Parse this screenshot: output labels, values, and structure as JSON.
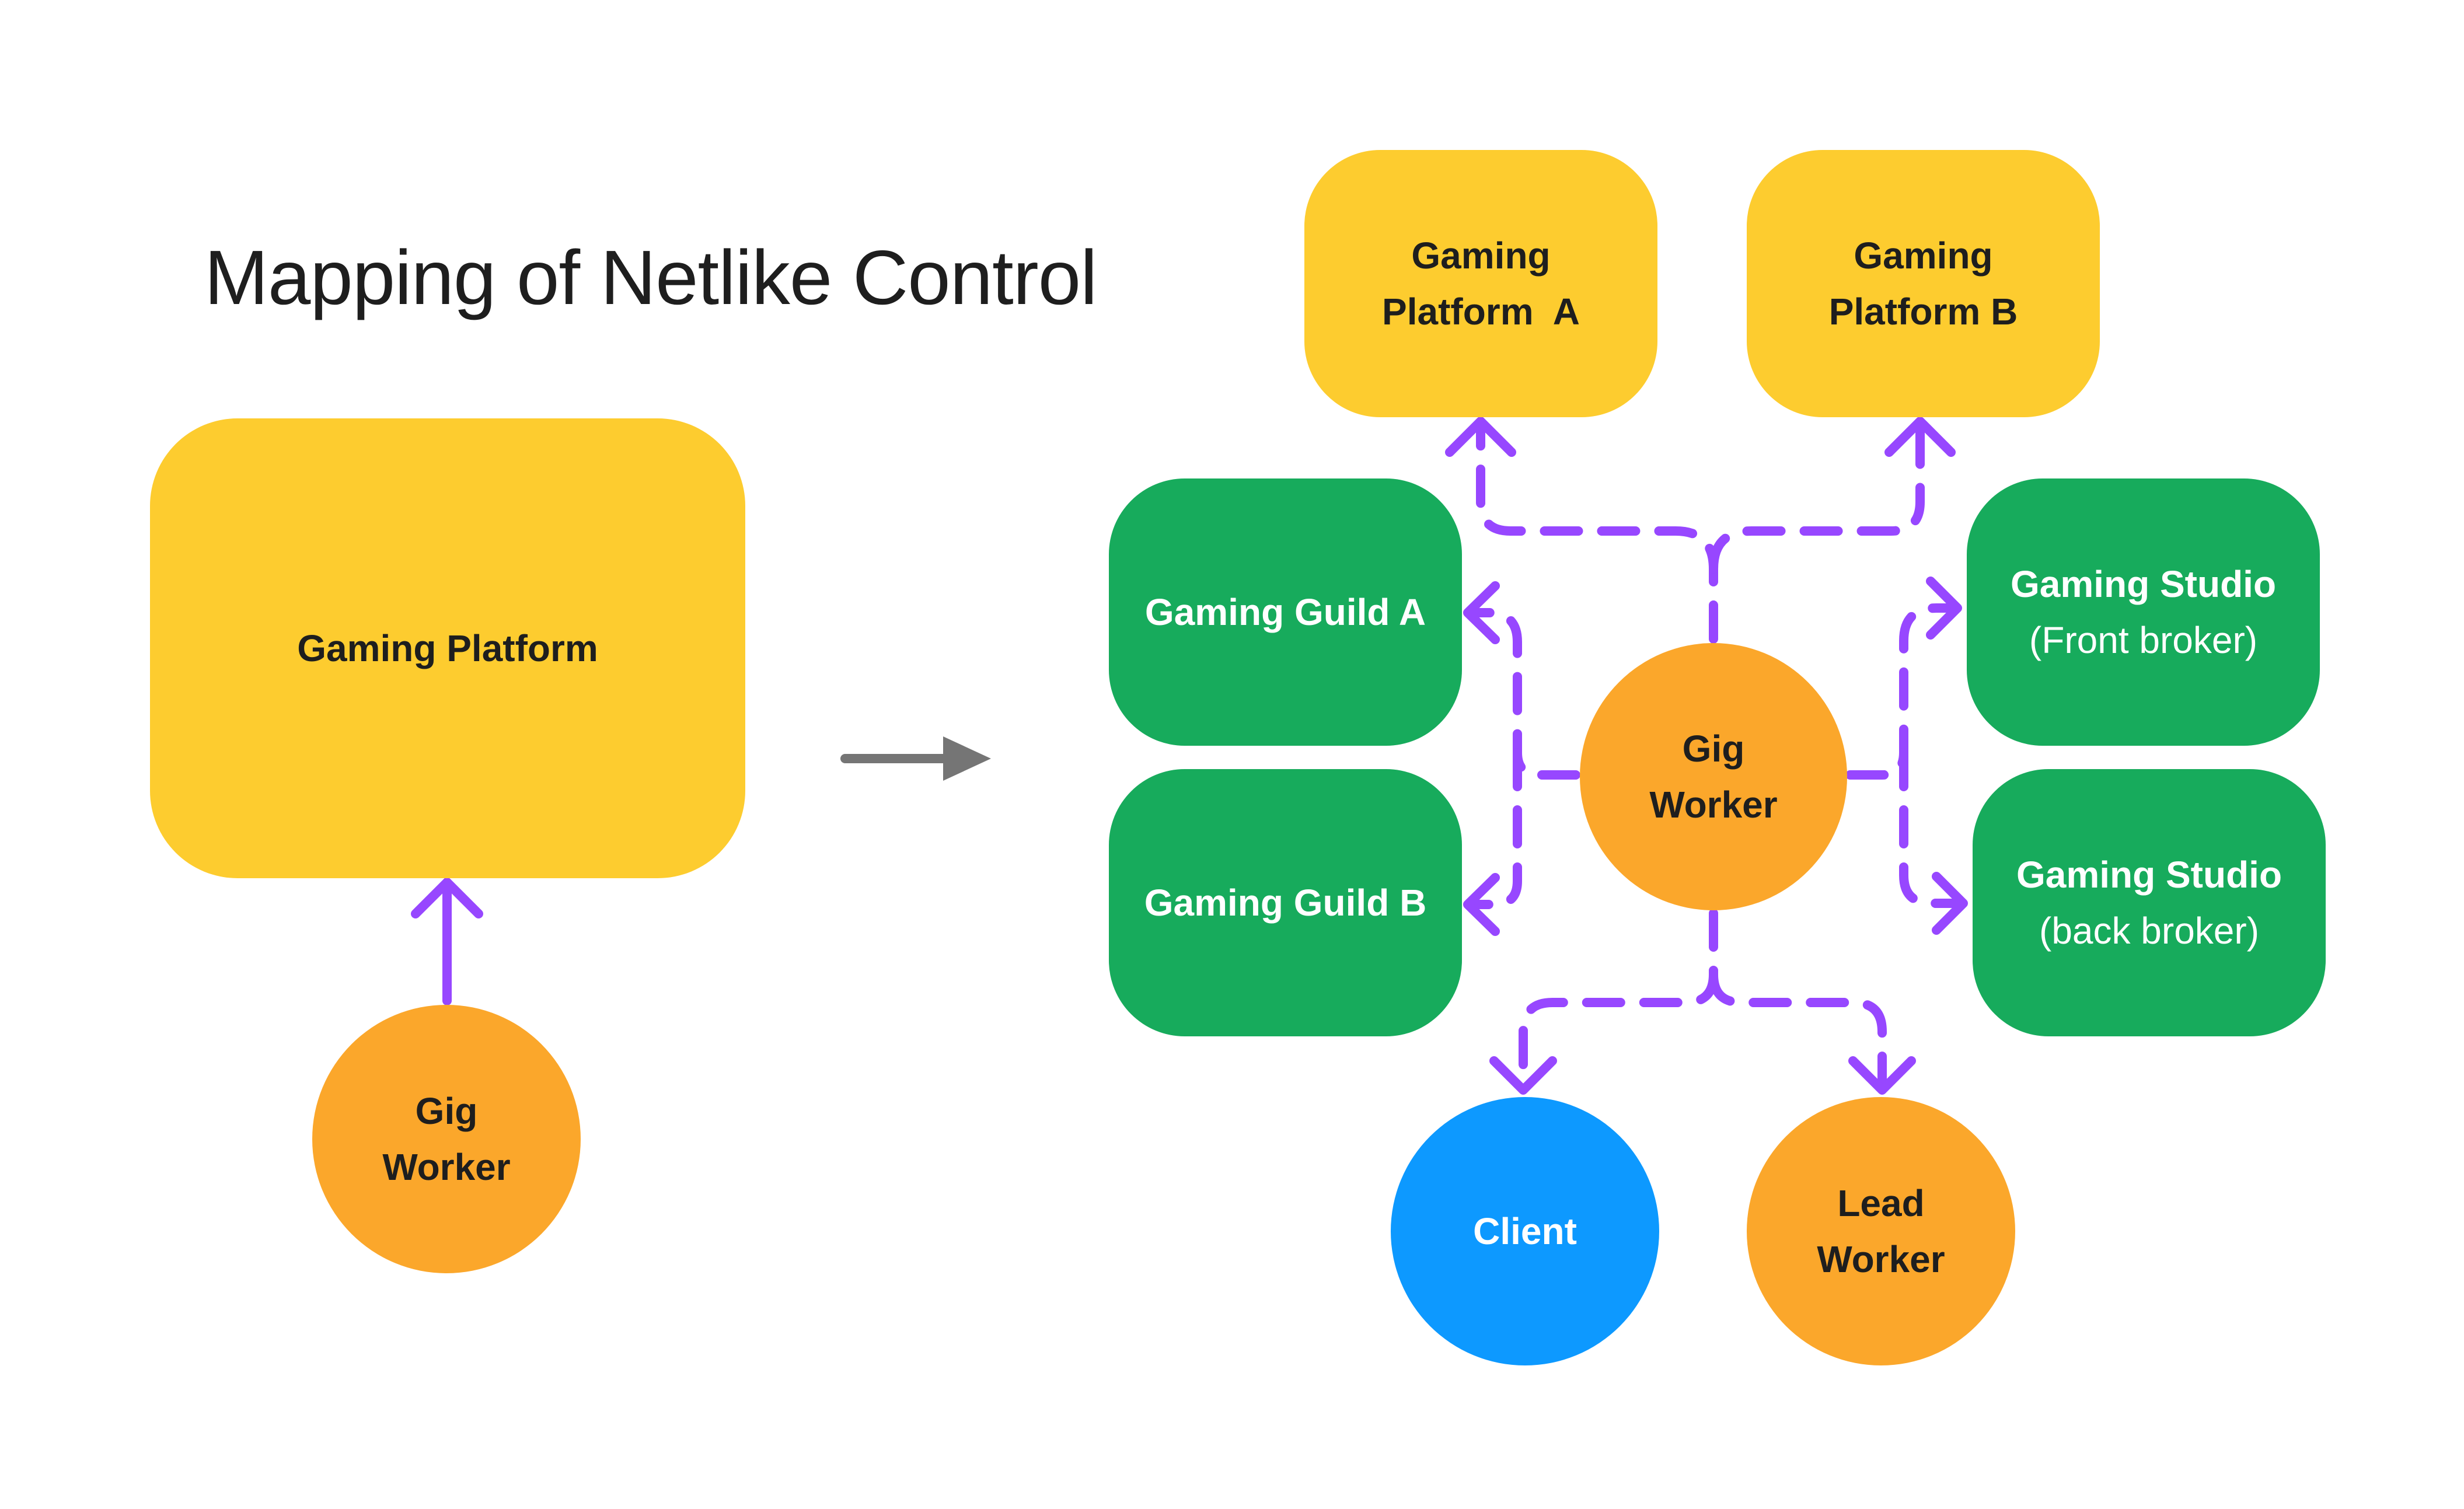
{
  "title": "Mapping of Netlike Control",
  "colors": {
    "platform_yellow": "#fdcc2f",
    "worker_orange": "#fba72b",
    "guild_green": "#17ab5c",
    "client_blue": "#0d99ff",
    "connector_purple": "#9747ff",
    "transition_arrow_gray": "#757575",
    "text_dark": "#1e1e1e",
    "text_light": "#ffffff"
  },
  "left": {
    "platform": {
      "label": "Gaming Platform"
    },
    "worker": {
      "line1": "Gig",
      "line2": "Worker"
    }
  },
  "right": {
    "platform_a": {
      "line1": "Gaming",
      "line2": "Platform  A"
    },
    "platform_b": {
      "line1": "Gaming",
      "line2": "Platform B"
    },
    "guild_a": {
      "label": "Gaming Guild A"
    },
    "guild_b": {
      "label": "Gaming Guild B"
    },
    "studio_front": {
      "line1": "Gaming Studio",
      "line2": "(Front broker)"
    },
    "studio_back": {
      "line1": "Gaming Studio",
      "line2": "(back broker)"
    },
    "worker": {
      "line1": "Gig",
      "line2": "Worker"
    },
    "client": {
      "label": "Client"
    },
    "lead_worker": {
      "line1": "Lead",
      "line2": "Worker"
    }
  }
}
